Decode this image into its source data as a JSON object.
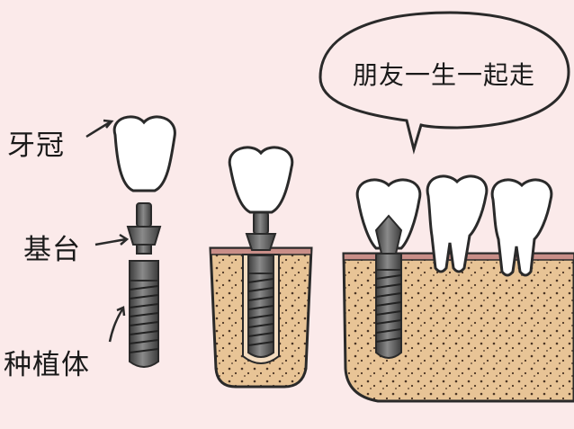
{
  "labels": {
    "crown": "牙冠",
    "abutment": "基台",
    "implant": "种植体"
  },
  "speech_bubble": {
    "text": "朋友一生一起走"
  },
  "colors": {
    "background": "#fbeaea",
    "bone": "#e8c496",
    "gum": "#c98e88",
    "tooth": "#ffffff",
    "metal": "#6b6b6b",
    "outline": "#2a2a2a"
  }
}
